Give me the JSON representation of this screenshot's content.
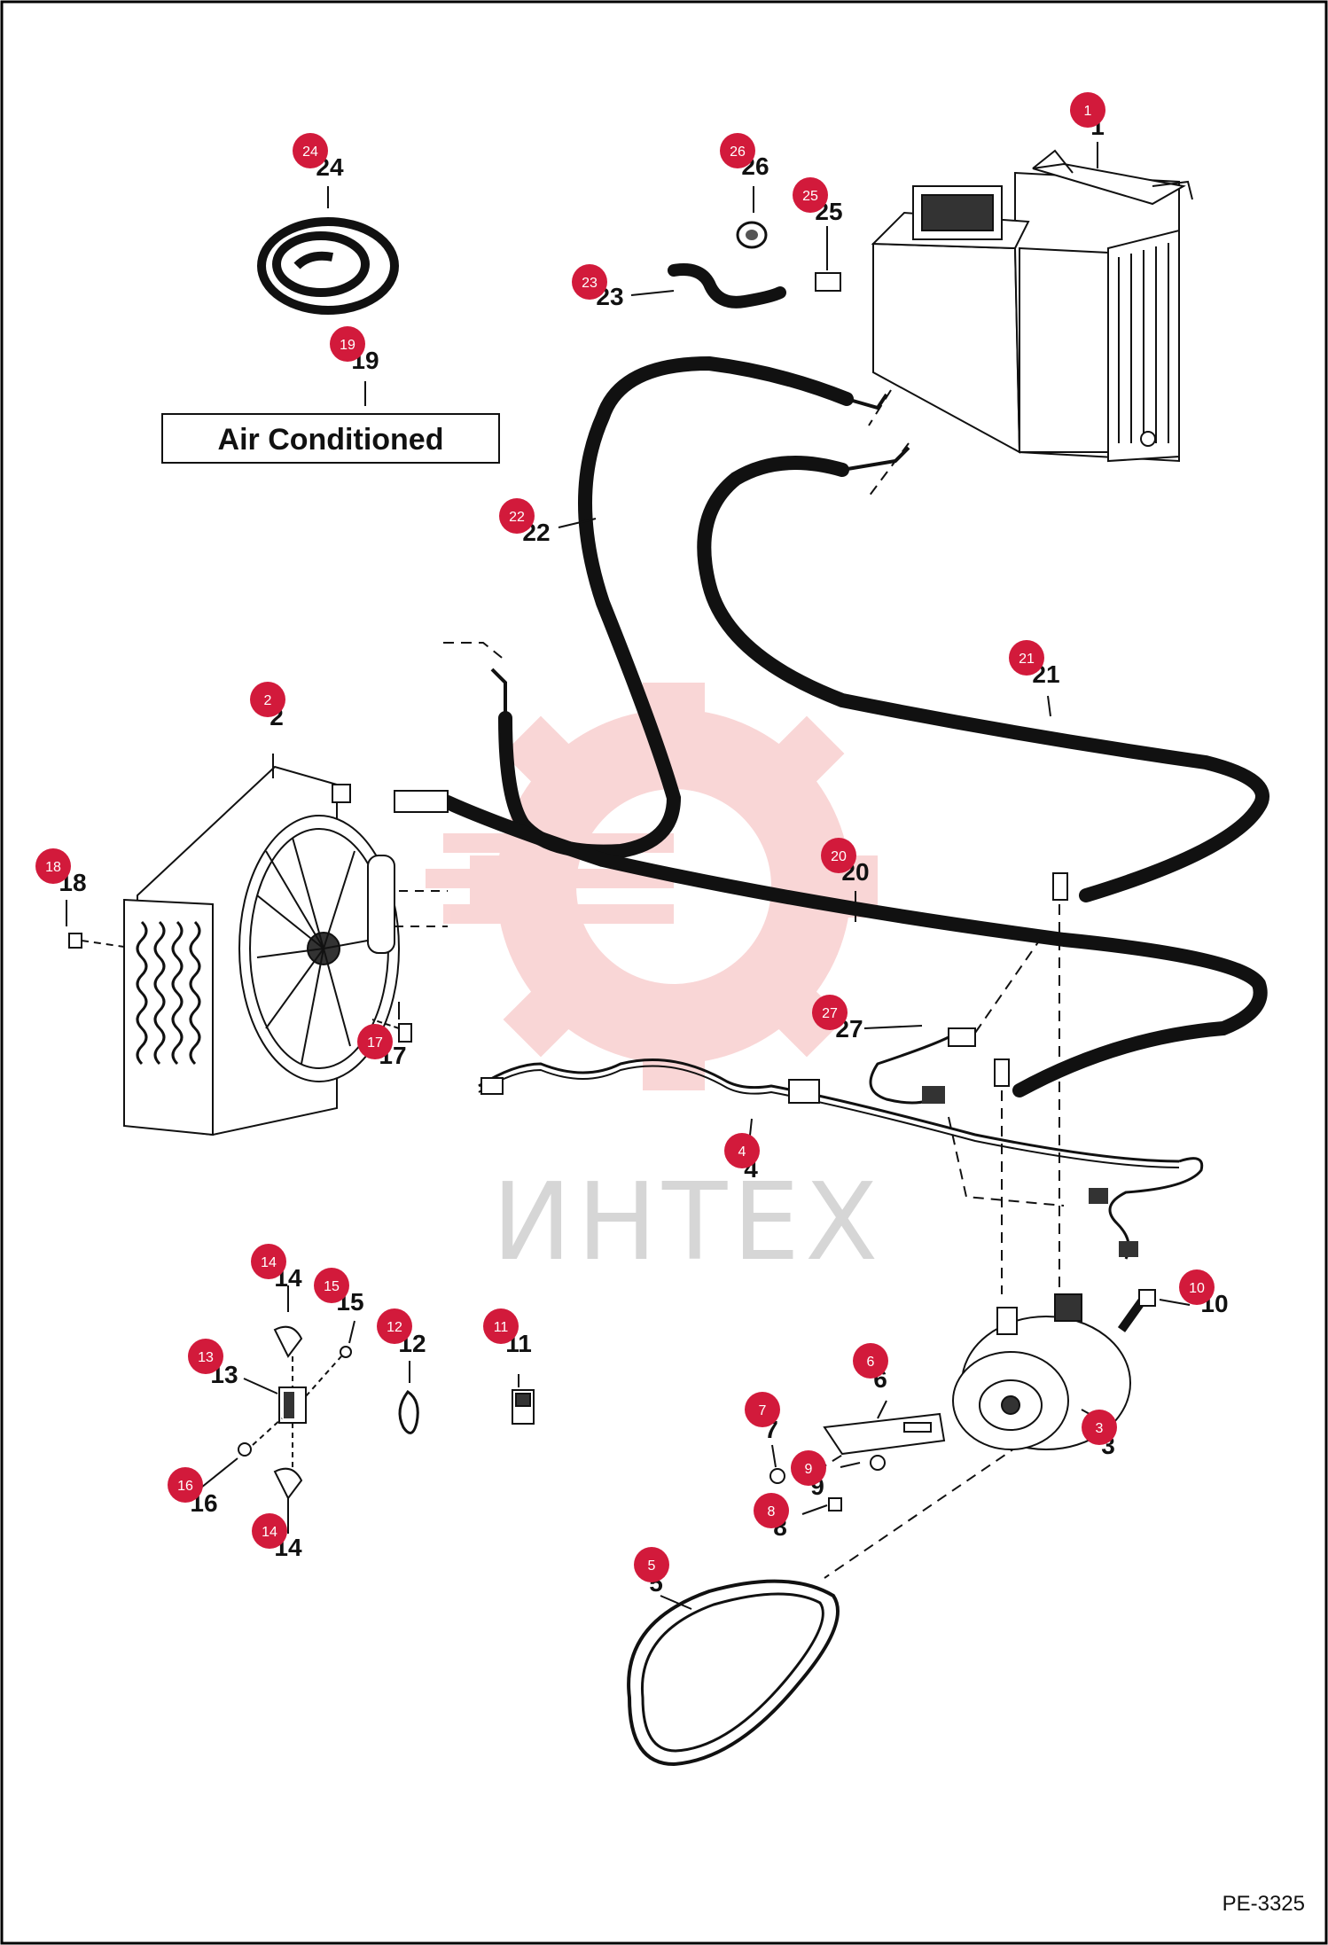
{
  "diagram": {
    "title_box": "Air Conditioned",
    "figure_code": "PE-3325",
    "watermark": "ИНТЕХ",
    "accent_color": "#d21a3b",
    "callouts": [
      {
        "id": "1",
        "label": "1"
      },
      {
        "id": "2",
        "label": "2"
      },
      {
        "id": "3",
        "label": "3"
      },
      {
        "id": "4",
        "label": "4"
      },
      {
        "id": "5",
        "label": "5"
      },
      {
        "id": "6",
        "label": "6"
      },
      {
        "id": "7",
        "label": "7"
      },
      {
        "id": "8",
        "label": "8"
      },
      {
        "id": "9",
        "label": "9"
      },
      {
        "id": "10",
        "label": "10"
      },
      {
        "id": "11",
        "label": "11"
      },
      {
        "id": "12",
        "label": "12"
      },
      {
        "id": "13",
        "label": "13"
      },
      {
        "id": "14a",
        "label": "14"
      },
      {
        "id": "14b",
        "label": "14"
      },
      {
        "id": "15",
        "label": "15"
      },
      {
        "id": "16",
        "label": "16"
      },
      {
        "id": "17",
        "label": "17"
      },
      {
        "id": "18",
        "label": "18"
      },
      {
        "id": "19",
        "label": "19"
      },
      {
        "id": "20",
        "label": "20"
      },
      {
        "id": "21",
        "label": "21"
      },
      {
        "id": "22",
        "label": "22"
      },
      {
        "id": "23",
        "label": "23"
      },
      {
        "id": "24",
        "label": "24"
      },
      {
        "id": "25",
        "label": "25"
      },
      {
        "id": "26",
        "label": "26"
      },
      {
        "id": "27",
        "label": "27"
      }
    ]
  }
}
